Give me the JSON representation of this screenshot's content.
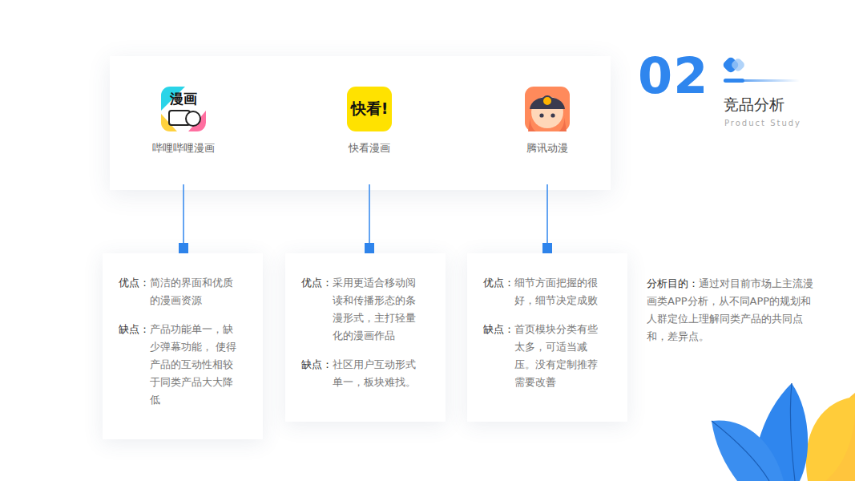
{
  "diagram": {
    "title": "竞品分析",
    "nodes": [
      {
        "text": [
          "哔哩哔哩漫画"
        ]
      },
      {
        "text": [
          "快看漫画"
        ]
      },
      {
        "text": [
          "腾讯动漫"
        ]
      },
      {
        "text": [
          "优点：",
          "简洁的界面和优质的漫画资源",
          "缺点：",
          "产品功能单一，缺少弹幕功能， 使得产品的互动性相较于同类产品大大降低"
        ]
      },
      {
        "text": [
          "优点：",
          "采用更适合移动阅读和传播形态的条漫形式，主打轻量化的漫画作品",
          "缺点：",
          "社区用户互动形式单一，板块难找。"
        ]
      },
      {
        "text": [
          "优点：",
          "细节方面把握的很好，细节决定成败",
          "缺点：",
          "首页模块分类有些太多，可适当减压。没有定制推荐需要改善"
        ]
      }
    ],
    "edges": [
      {
        "from": 0,
        "to": 3,
        "arrow": "none"
      },
      {
        "from": 1,
        "to": 4,
        "arrow": "none"
      },
      {
        "from": 2,
        "to": 5,
        "arrow": "none"
      }
    ],
    "labels": [
      "02",
      "Product Study",
      "漫画",
      "快看!",
      "分析目的：",
      "通过对目前市场上主流漫画类APP分析，从不同APP的规划和人群定位上理解同类产品的共同点和，差异点。"
    ]
  }
}
